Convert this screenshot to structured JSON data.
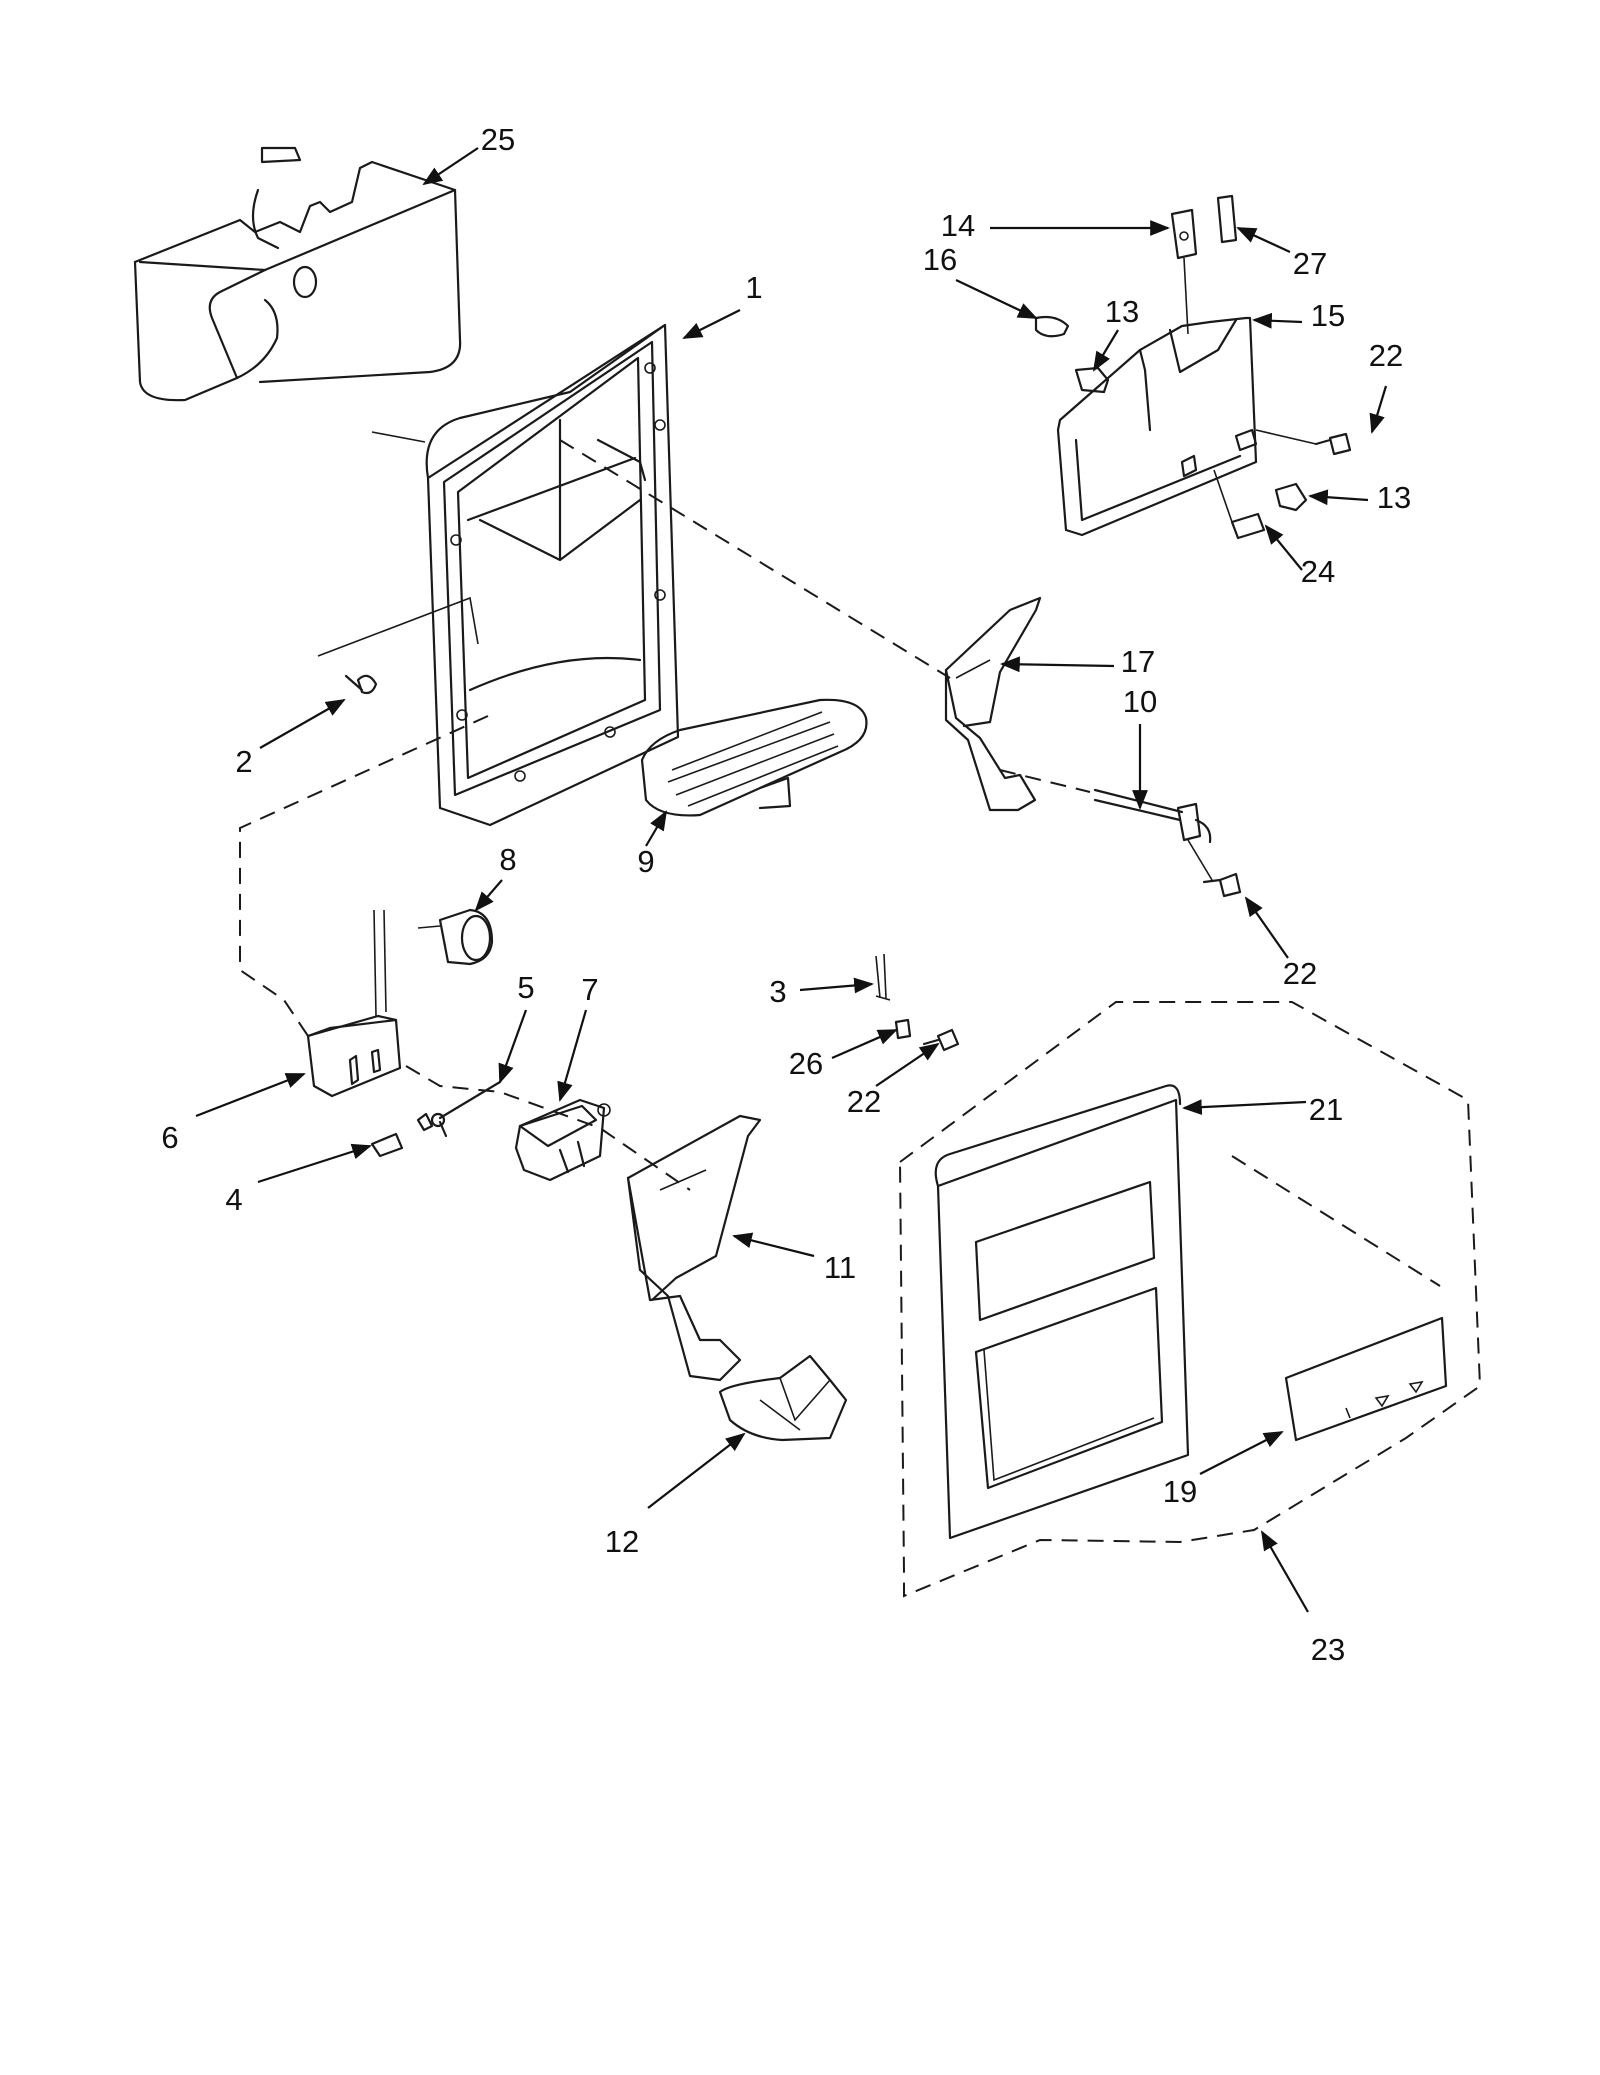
{
  "diagram": {
    "callouts": [
      {
        "id": "25",
        "label": "25"
      },
      {
        "id": "14",
        "label": "14"
      },
      {
        "id": "27",
        "label": "27"
      },
      {
        "id": "16",
        "label": "16"
      },
      {
        "id": "13a",
        "label": "13"
      },
      {
        "id": "15",
        "label": "15"
      },
      {
        "id": "22a",
        "label": "22"
      },
      {
        "id": "1",
        "label": "1"
      },
      {
        "id": "13b",
        "label": "13"
      },
      {
        "id": "24",
        "label": "24"
      },
      {
        "id": "17",
        "label": "17"
      },
      {
        "id": "2",
        "label": "2"
      },
      {
        "id": "10",
        "label": "10"
      },
      {
        "id": "9",
        "label": "9"
      },
      {
        "id": "8",
        "label": "8"
      },
      {
        "id": "22b",
        "label": "22"
      },
      {
        "id": "5",
        "label": "5"
      },
      {
        "id": "7",
        "label": "7"
      },
      {
        "id": "3",
        "label": "3"
      },
      {
        "id": "26",
        "label": "26"
      },
      {
        "id": "22c",
        "label": "22"
      },
      {
        "id": "6",
        "label": "6"
      },
      {
        "id": "21",
        "label": "21"
      },
      {
        "id": "4",
        "label": "4"
      },
      {
        "id": "11",
        "label": "11"
      },
      {
        "id": "19",
        "label": "19"
      },
      {
        "id": "12",
        "label": "12"
      },
      {
        "id": "23",
        "label": "23"
      }
    ]
  }
}
